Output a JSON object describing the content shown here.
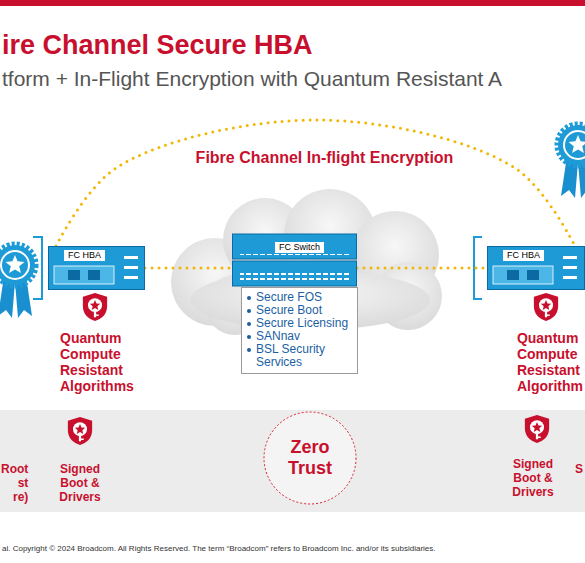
{
  "diagram": {
    "title": "ire Channel Secure HBA",
    "nodes": [
      {
        "text": [
          "FC HBA"
        ]
      },
      {
        "text": [
          "FC Switch"
        ]
      },
      {
        "text": [
          "Secure FOS",
          "Secure Boot",
          "Secure Licensing",
          "SANnav",
          "BSL Security Services"
        ]
      },
      {
        "text": [
          "FC HBA"
        ]
      },
      {
        "text": [
          "Zero Trust"
        ]
      }
    ],
    "edges": [
      {
        "from": 0,
        "to": 3,
        "arrow": "none",
        "label": "Fibre Channel In-flight Encryption"
      },
      {
        "from": 0,
        "to": 1,
        "arrow": "none"
      },
      {
        "from": 1,
        "to": 3,
        "arrow": "none"
      }
    ],
    "labels": [
      "tform + In-Flight Encryption with Quantum Resistant A",
      "Quantum Compute Resistant Algorithms",
      "Quantum Compute Resistant Algorithm",
      "Root st re)",
      "Signed Boot & Drivers",
      "Signed Boot & Drivers",
      "S",
      "al.  Copyright © 2024 Broadcom.  All Rights Reserved. The term “Broadcom” refers to Broadcom Inc. and/or its subsidiaries."
    ]
  }
}
